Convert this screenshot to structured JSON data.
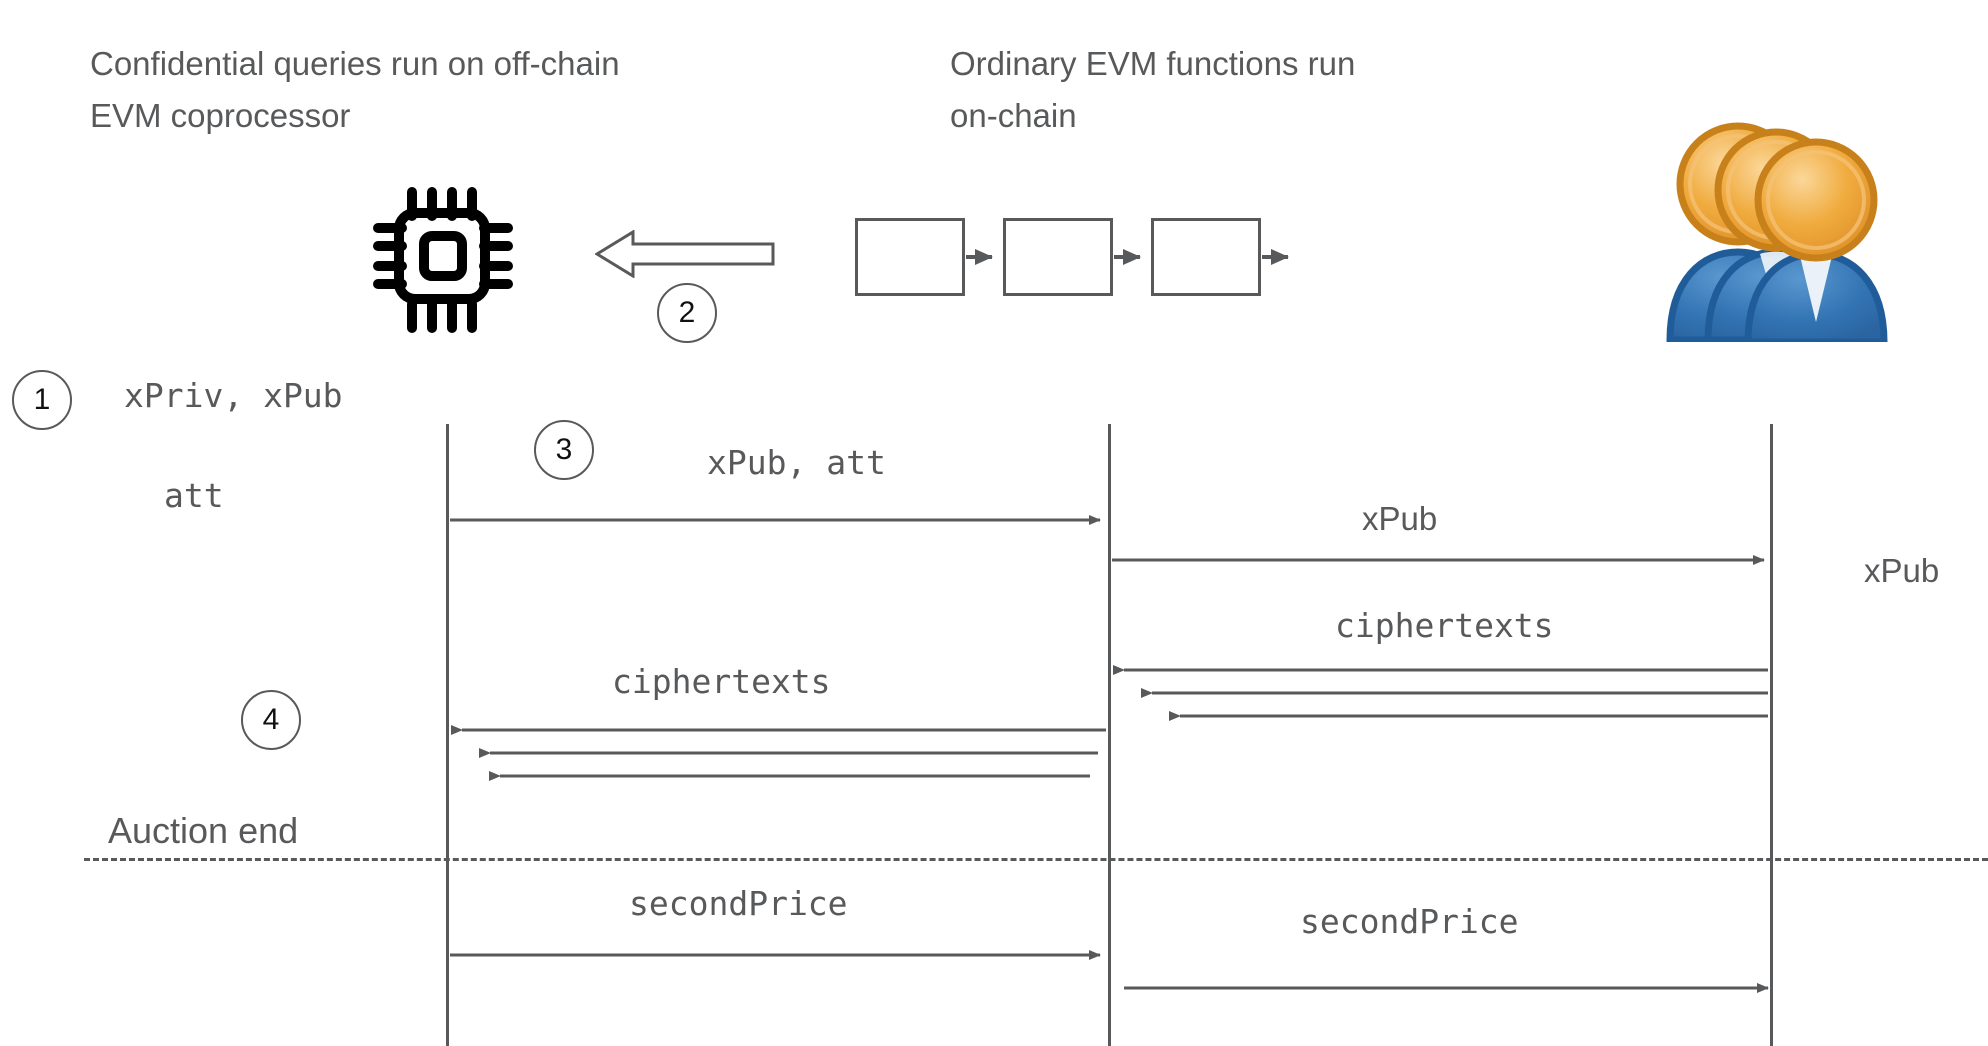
{
  "diagram": {
    "title_left": "Confidential queries run on off-chain\nEVM coprocessor",
    "title_right": "Ordinary EVM functions run\non-chain",
    "colors": {
      "stroke": "#58595b",
      "text": "#58595b",
      "user_head": "#e8a33d",
      "user_head_dark": "#c8811a",
      "user_body": "#3b7ab5",
      "user_body_dark": "#1f5c99",
      "background": "#ffffff"
    },
    "icons": {
      "coprocessor": "cpu-chip-icon",
      "users": "users-group-icon",
      "block_arrow": "block-arrow-left-icon"
    }
  },
  "steps": [
    {
      "number": "1"
    },
    {
      "number": "2"
    },
    {
      "number": "3"
    },
    {
      "number": "4"
    }
  ],
  "labels": {
    "xpriv_xpub": "xPriv, xPub",
    "att": "att",
    "xpub_att": "xPub, att",
    "xpub_mid": "xPub",
    "xpub_right": "xPub",
    "ciphertexts_left": "ciphertexts",
    "ciphertexts_right": "ciphertexts",
    "auction_end": "Auction end",
    "second_price_left": "secondPrice",
    "second_price_right": "secondPrice"
  },
  "chain": {
    "block_count": 3,
    "blocks": [
      "",
      "",
      ""
    ]
  },
  "lifelines": [
    {
      "name": "coprocessor-lifeline"
    },
    {
      "name": "chain-lifeline"
    },
    {
      "name": "users-lifeline"
    }
  ],
  "messages": [
    {
      "name": "xpub-att-message",
      "label": "xPub, att",
      "direction": "right",
      "lane": "left"
    },
    {
      "name": "xpub-message",
      "label": "xPub",
      "direction": "right",
      "lane": "right"
    },
    {
      "name": "ciphertexts-left-message",
      "label": "ciphertexts",
      "direction": "left",
      "lane": "left",
      "count": 3
    },
    {
      "name": "ciphertexts-right-message",
      "label": "ciphertexts",
      "direction": "left",
      "lane": "right",
      "count": 3
    },
    {
      "name": "second-price-left-message",
      "label": "secondPrice",
      "direction": "right",
      "lane": "left"
    },
    {
      "name": "second-price-right-message",
      "label": "secondPrice",
      "direction": "right",
      "lane": "right"
    }
  ]
}
